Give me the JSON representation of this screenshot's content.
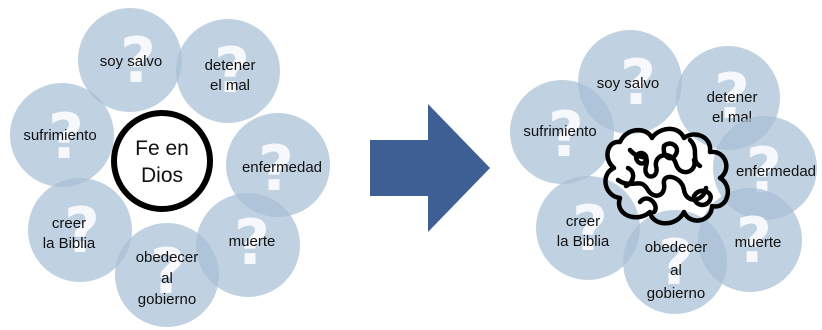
{
  "colors": {
    "petal": "#a7bfd6",
    "arrow": "#3d5f93",
    "center_stroke": "#000000"
  },
  "left_cluster": {
    "center_label_line1": "Fe en",
    "center_label_line2": "Dios",
    "petals": [
      {
        "line1": "soy salvo",
        "line2": ""
      },
      {
        "line1": "detener",
        "line2": "el mal"
      },
      {
        "line1": "enfermedad",
        "line2": ""
      },
      {
        "line1": "muerte",
        "line2": ""
      },
      {
        "line1": "obedecer",
        "line2": "al",
        "line3": "gobierno"
      },
      {
        "line1": "creer",
        "line2": "la Biblia"
      },
      {
        "line1": "sufrimiento",
        "line2": ""
      }
    ]
  },
  "right_cluster": {
    "petals": [
      {
        "line1": "soy salvo",
        "line2": ""
      },
      {
        "line1": "detener",
        "line2": "el mal"
      },
      {
        "line1": "enfermedad",
        "line2": ""
      },
      {
        "line1": "muerte",
        "line2": ""
      },
      {
        "line1": "obedecer",
        "line2": "al",
        "line3": "gobierno"
      },
      {
        "line1": "creer",
        "line2": "la Biblia"
      },
      {
        "line1": "sufrimiento",
        "line2": ""
      }
    ]
  },
  "icons": {
    "petal_icon": "question-mark",
    "arrow_icon": "right-arrow",
    "tangle_icon": "tangled-knot"
  },
  "question_glyph": "?"
}
